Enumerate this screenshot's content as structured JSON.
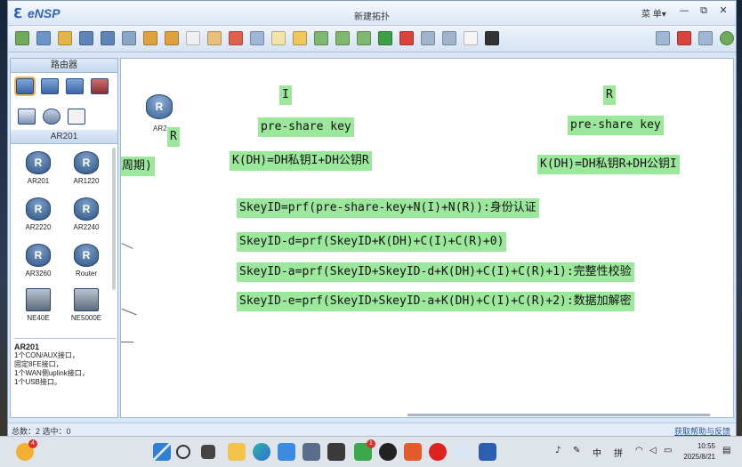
{
  "window": {
    "logo_mark": "ℇ",
    "logo_text": "eNSP",
    "title": "新建拓扑",
    "menu_label": "菜 单▾",
    "minimize": "—",
    "restore": "⧉",
    "close": "✕"
  },
  "left_panel": {
    "category_header": "路由器",
    "subcategory_header": "AR201",
    "devices": [
      {
        "label": "AR201",
        "glyph": "R"
      },
      {
        "label": "AR1220",
        "glyph": "R"
      },
      {
        "label": "AR2220",
        "glyph": "R"
      },
      {
        "label": "AR2240",
        "glyph": "R"
      },
      {
        "label": "AR3260",
        "glyph": "R"
      },
      {
        "label": "Router",
        "glyph": "R"
      },
      {
        "label": "NE40E",
        "glyph": ""
      },
      {
        "label": "NE5000E",
        "glyph": ""
      }
    ],
    "description": {
      "title": "AR201",
      "lines": [
        "1个CON/AUX接口，",
        "固定8FE接口，",
        "1个WAN侧uplink接口，",
        "1个USB接口。"
      ]
    }
  },
  "canvas": {
    "router": {
      "glyph": "R",
      "label": "AR2"
    },
    "annotations": {
      "i_label": "I",
      "r_label": "R",
      "r_node": "R",
      "cut_text": "周期)",
      "psk_left": "pre-share key",
      "psk_right": "pre-share key",
      "kdh_left": "K(DH)=DH私钥I+DH公钥R",
      "kdh_right": "K(DH)=DH私钥R+DH公钥I",
      "skeyid": "SkeyID=prf(pre-share-key+N(I)+N(R)):身份认证",
      "skeyid_d": "SkeyID-d=prf(SkeyID+K(DH)+C(I)+C(R)+0)",
      "skeyid_a": "SkeyID-a=prf(SkeyID+SkeyID-d+K(DH)+C(I)+C(R)+1):完整性校验",
      "skeyid_e": "SkeyID-e=prf(SkeyID+SkeyID-a+K(DH)+C(I)+C(R)+2):数据加解密"
    }
  },
  "statusbar": {
    "left": "总数：2 选中：0",
    "right": "获取帮助与反馈"
  },
  "taskbar": {
    "badge1": "4",
    "badge2": "1",
    "ime_cn": "中",
    "ime_py": "拼",
    "time": "10:55",
    "date": "2025/8/21"
  }
}
